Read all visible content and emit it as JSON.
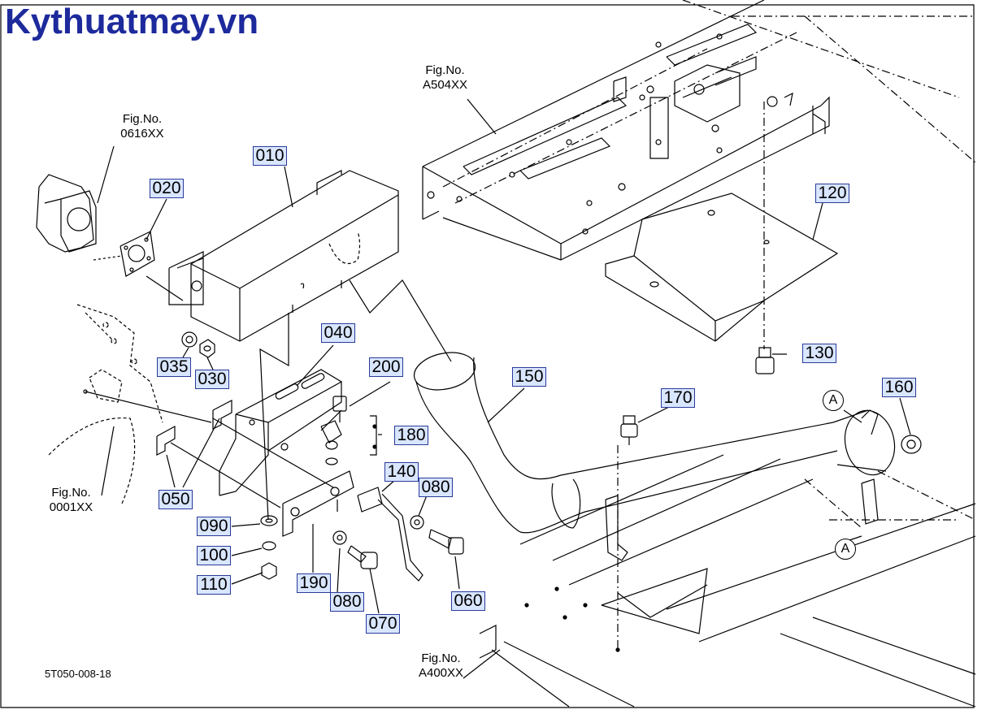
{
  "watermark": "Kythuatmay.vn",
  "drawing_code": "5T050-008-18",
  "fig_refs": [
    {
      "label": "Fig.No.",
      "number": "0616XX"
    },
    {
      "label": "Fig.No.",
      "number": "A504XX"
    },
    {
      "label": "Fig.No.",
      "number": "0001XX"
    },
    {
      "label": "Fig.No.",
      "number": "A400XX"
    }
  ],
  "view_marker": "A",
  "parts": [
    "010",
    "020",
    "030",
    "035",
    "040",
    "050",
    "060",
    "070",
    "080",
    "080",
    "090",
    "100",
    "110",
    "120",
    "130",
    "140",
    "150",
    "160",
    "170",
    "180",
    "190",
    "200"
  ]
}
